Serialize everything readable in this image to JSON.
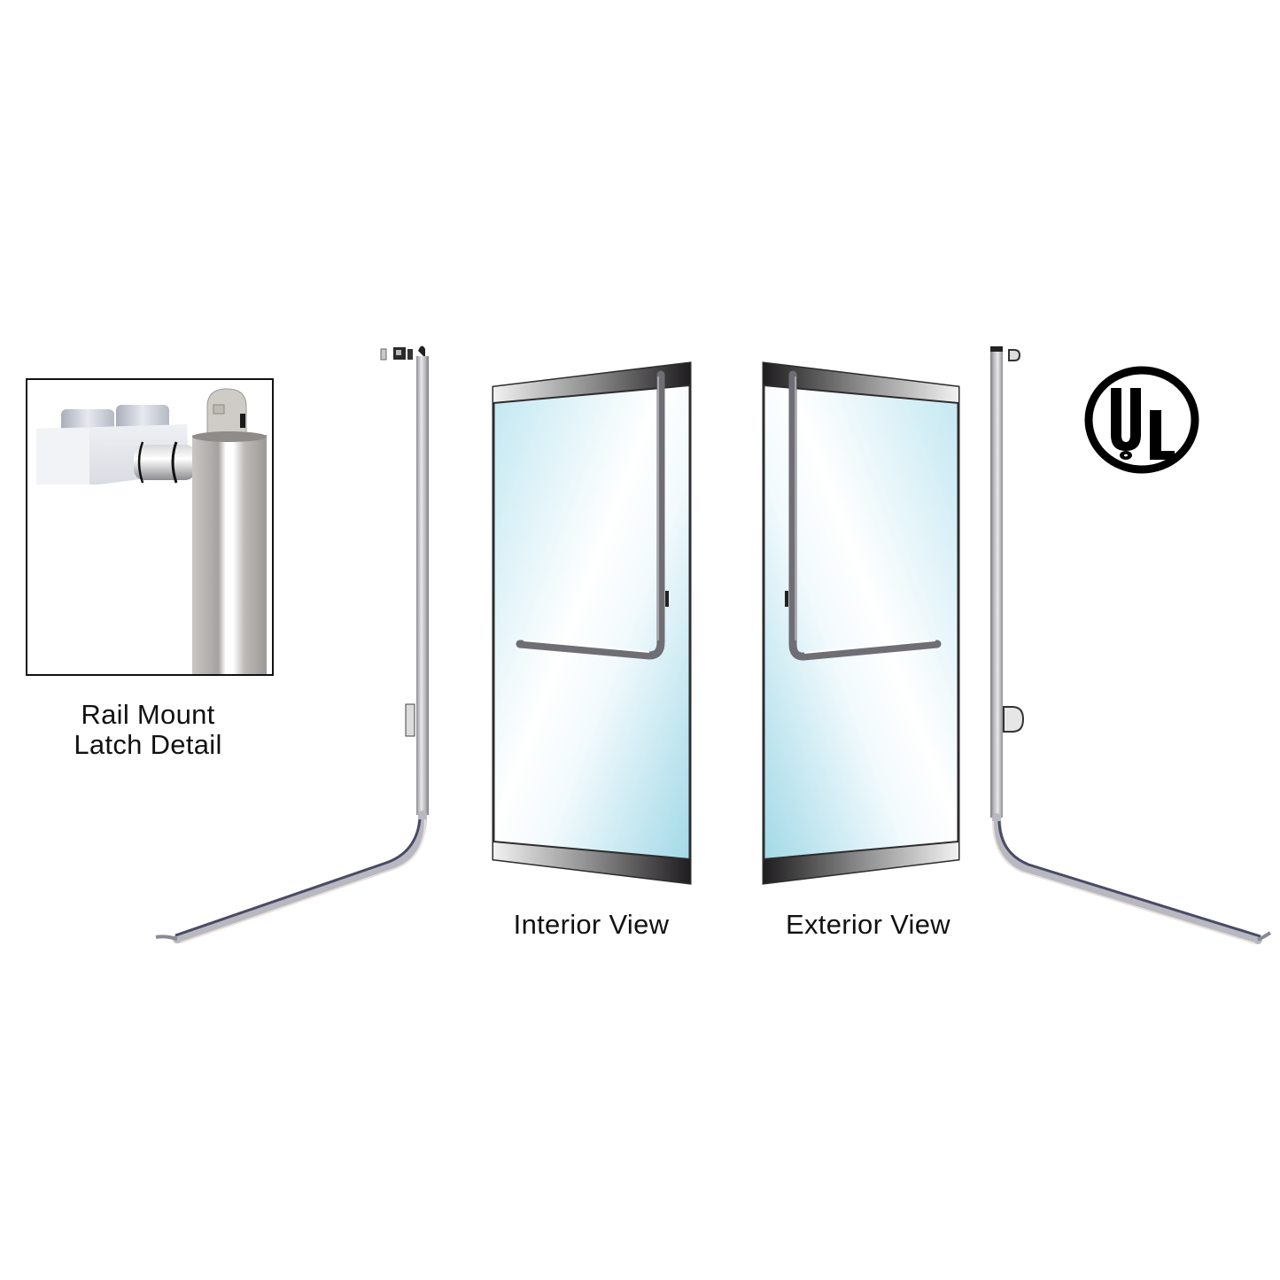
{
  "detail_inset": {
    "caption_line1": "Rail Mount",
    "caption_line2": "Latch Detail"
  },
  "interior_view": {
    "caption": "Interior View"
  },
  "exterior_view": {
    "caption": "Exterior View"
  },
  "certification": {
    "logo_text": "UL",
    "logo_color": "#000000"
  },
  "colors": {
    "glass_light": "#e8f6fb",
    "glass_blue": "#a9dcea",
    "frame_dark": "#2e2c2e",
    "rail_chrome": "#b9b9bd",
    "rail_shadow": "#5a5a70"
  }
}
